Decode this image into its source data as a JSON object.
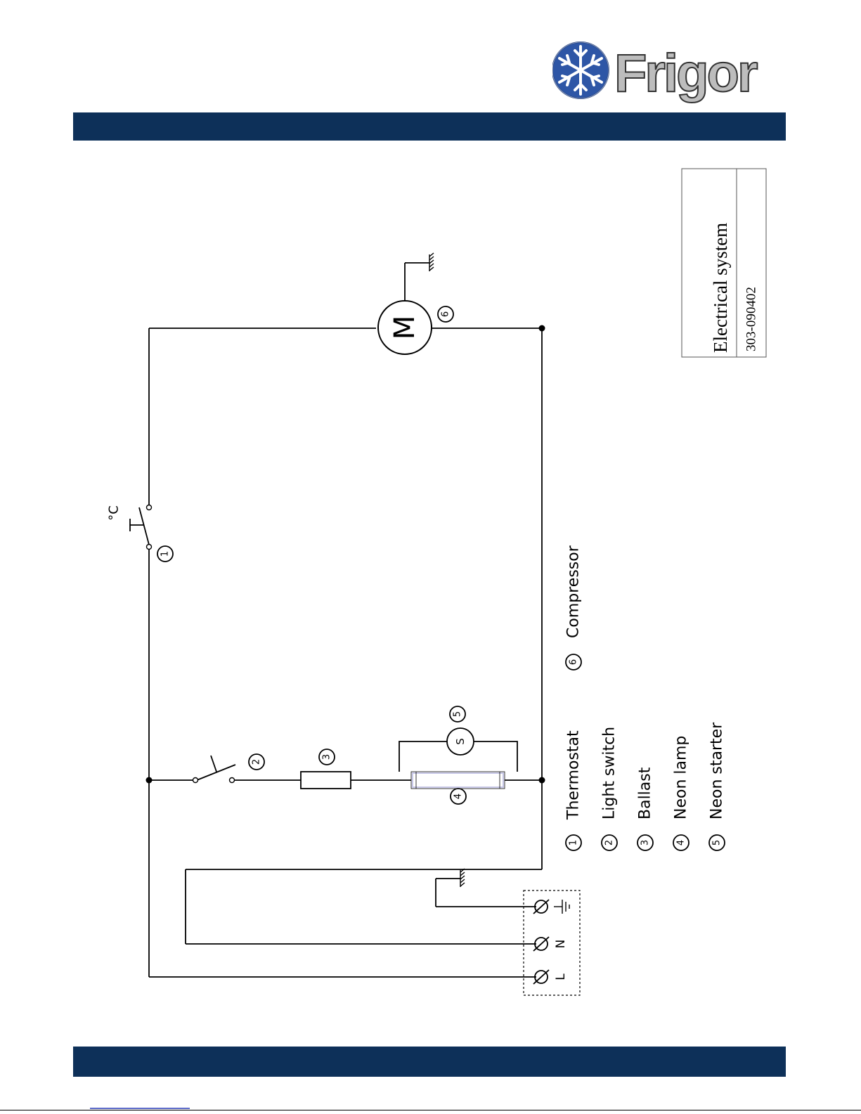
{
  "brand": {
    "name": "Frigor",
    "colors": {
      "band": "#0d3059",
      "emblem": "#2e56a6",
      "text_logo": "#bdbdbd"
    }
  },
  "title_block": {
    "title": "Electrical system",
    "code": "303-090402"
  },
  "diagram": {
    "terminals": {
      "line": "L",
      "neutral": "N"
    },
    "thermostat_unit": "°C",
    "motor_letter": "M",
    "starter_letter": "S",
    "tags": {
      "c1": "1",
      "c2": "2",
      "c3": "3",
      "c4": "4",
      "c5": "5",
      "c6": "6"
    }
  },
  "legend": [
    {
      "num": "1",
      "label": "Thermostat"
    },
    {
      "num": "2",
      "label": "Light switch"
    },
    {
      "num": "3",
      "label": "Ballast"
    },
    {
      "num": "4",
      "label": "Neon lamp"
    },
    {
      "num": "5",
      "label": "Neon starter"
    },
    {
      "num": "6",
      "label": "Compressor"
    }
  ]
}
